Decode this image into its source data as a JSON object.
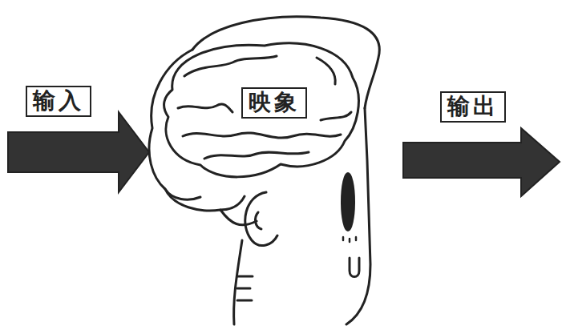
{
  "diagram": {
    "nodes": [
      {
        "text": [
          "输入"
        ]
      },
      {
        "text": [
          "映象"
        ]
      },
      {
        "text": [
          "输出"
        ]
      }
    ]
  }
}
